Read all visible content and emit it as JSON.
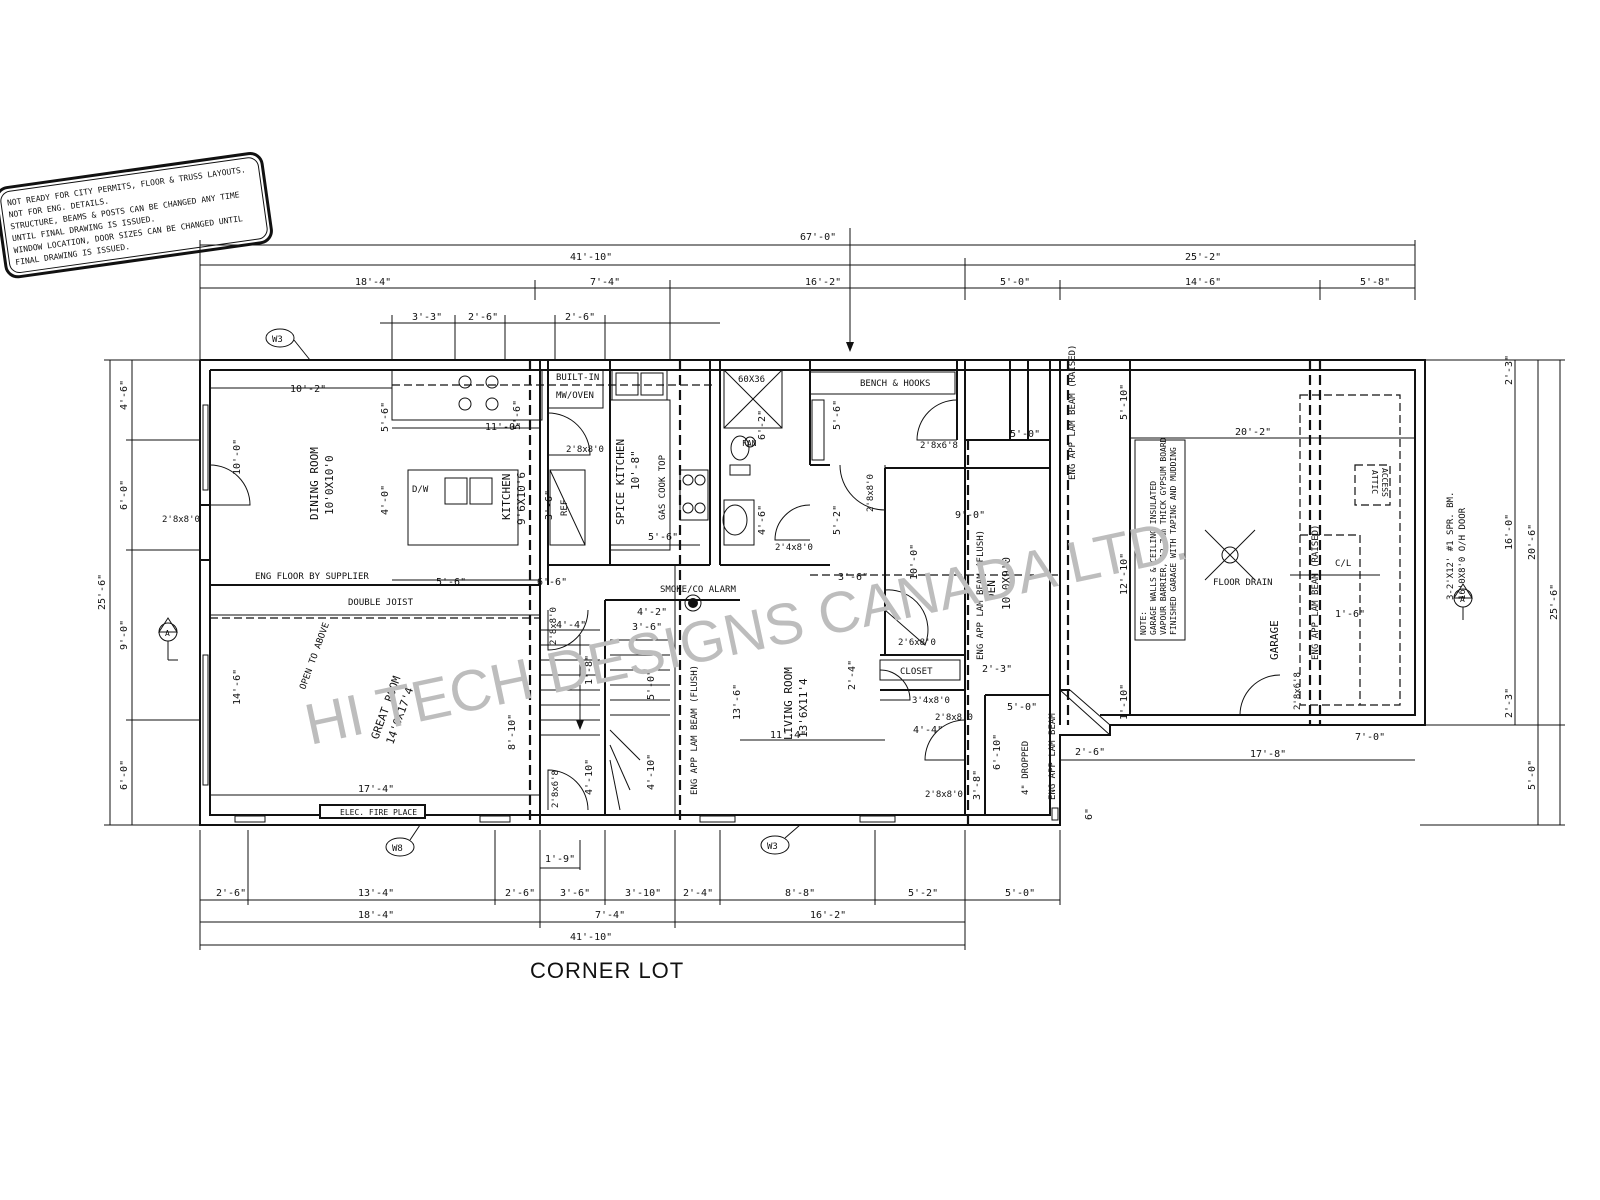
{
  "stamp": {
    "lines": [
      "NOT READY FOR CITY PERMITS, FLOOR & TRUSS LAYOUTS.",
      "NOT FOR ENG. DETAILS.",
      "STRUCTURE, BEAMS & POSTS CAN BE CHANGED ANY TIME",
      "UNTIL FINAL DRAWING IS ISSUED.",
      "WINDOW LOCATION, DOOR SIZES CAN BE CHANGED UNTIL",
      "FINAL DRAWING IS ISSUED."
    ]
  },
  "watermark": "HI TECH DESIGNS CANADA LTD.",
  "title": "CORNER LOT",
  "rooms": {
    "dining": {
      "name": "DINING ROOM",
      "size": "10'0X10'0"
    },
    "kitchen": {
      "name": "KITCHEN",
      "size": "9'6X10'6"
    },
    "spice": {
      "name": "SPICE KITCHEN",
      "size": "10'-8\""
    },
    "great": {
      "name": "GREAT ROOM",
      "size": "14'6X17'4"
    },
    "living": {
      "name": "LIVING ROOM",
      "size": "13'6X11'4"
    },
    "den": {
      "name": "DEN",
      "size": "10'0X9'0"
    },
    "garage": {
      "name": "GARAGE"
    }
  },
  "labels": {
    "builtin1": "BUILT-IN",
    "builtin2": "MW/OVEN",
    "bench": "BENCH & HOOKS",
    "shower": "60X36",
    "fan": "FAN",
    "dw": "D/W",
    "ref": "REF",
    "gas": "GAS COOK TOP",
    "eng_floor": "ENG FLOOR BY SUPPLIER",
    "double_joist": "DOUBLE JOIST",
    "open_above": "OPEN TO ABOVE",
    "smoke": "SMOKE/CO ALARM",
    "closet": "CLOSET",
    "fireplace": "ELEC. FIRE PLACE",
    "floor_drain": "FLOOR DRAIN",
    "attic1": "ATTIC",
    "attic2": "ACCESS",
    "cl": "C/L",
    "dropped": "4\" DROPPED",
    "beam_flush_den": "ENG APP LAM BEAM (FLUSH)",
    "beam_flush_liv": "ENG APP LAM BEAM (FLUSH)",
    "beam_raised_1": "ENG APP LAM BEAM (RAISED)",
    "beam_raised_2": "ENG APP LAM BEAM (RAISED)",
    "beam_entry": "ENG APP LAM BEAM",
    "beam_liv": "ENG APP LAM BEAM",
    "oh_door_1": "3-2'X12' #1 SPR. BM.",
    "oh_door_2": "16'0X8'0 O/H DOOR",
    "note_1": "NOTE:",
    "note_2": "GARAGE WALLS & CEILING INSULATED",
    "note_3": "VAPOUR BARRIER, 12.7mm THICK GYPSUM BOARD",
    "note_4": "FINISHED GARAGE WITH TAPING AND MUDDING",
    "w3a": "W3",
    "w3b": "W3",
    "w8": "W8",
    "secA1": "A",
    "secA2": "A"
  },
  "doors": {
    "d1": "2'8x8'0",
    "d2": "2'8x8'0",
    "d3": "2'8x6'8",
    "d4": "2'8x8'0",
    "d5": "2'4x8'0",
    "d6": "2'8x8'0",
    "d7": "2'8x6'8",
    "d8": "2'6x8'0",
    "d9": "3'4x8'0",
    "d10": "2'8x8'0",
    "d11": "2'8x6'8",
    "d12": "2'8x8'0"
  },
  "dims": {
    "top_overall": "67'-0\"",
    "top_a": "41'-10\"",
    "top_b": "25'-2\"",
    "top_1": "18'-4\"",
    "top_2": "7'-4\"",
    "top_3": "16'-2\"",
    "top_4": "5'-0\"",
    "top_5": "14'-6\"",
    "top_6": "5'-8\"",
    "top_k1": "3'-3\"",
    "top_k2": "2'-6\"",
    "top_k3": "2'-6\"",
    "bot_1": "2'-6\"",
    "bot_2": "13'-4\"",
    "bot_3": "2'-6\"",
    "bot_4": "3'-6\"",
    "bot_5": "3'-10\"",
    "bot_6": "2'-4\"",
    "bot_7": "8'-8\"",
    "bot_8": "5'-2\"",
    "bot_9": "5'-0\"",
    "bot_r1": "18'-4\"",
    "bot_r2": "7'-4\"",
    "bot_r3": "16'-2\"",
    "bot_overall": "41'-10\"",
    "bot_19": "1'-9\"",
    "left_1": "4'-6\"",
    "left_2": "6'-0\"",
    "left_3": "9'-0\"",
    "left_4": "6'-0\"",
    "left_total": "25'-6\"",
    "right_1": "2'-3\"",
    "right_2": "16'-0\"",
    "right_3": "2'-3\"",
    "right_4": "5'-0\"",
    "right_a": "20'-6\"",
    "right_b": "25'-6\"",
    "in_102": "10'-2\"",
    "in_110": "11'-0\"",
    "in_56a": "5'-6\"",
    "in_56b": "5'-6\"",
    "in_40": "4'-0\"",
    "in_100": "10'-0\"",
    "in_56c": "5'-6\"",
    "in_66": "6'-6\"",
    "in_35": "3'-6\"",
    "in_56d": "5'-6\"",
    "in_56e": "5'-6\"",
    "in_62": "6'-2\"",
    "in_46": "4'-6\"",
    "in_52": "5'-2\"",
    "in_36": "3'-6\"",
    "in_100b": "10'-0\"",
    "in_90": "9'-0\"",
    "in_146": "14'-6\"",
    "in_810": "8'-10\"",
    "in_174": "17'-4\"",
    "in_44a": "4'-4\"",
    "in_42": "4'-2\"",
    "in_36b": "3'-6\"",
    "in_18": "1'-8\"",
    "in_50": "5'-0\"",
    "in_410": "4'-10\"",
    "in_410b": "4'-10\"",
    "in_136": "13'-6\"",
    "in_114": "11'-4\"",
    "in_24": "2'-4\"",
    "in_44b": "4'-4\"",
    "in_23": "2'-3\"",
    "in_50b": "5'-0\"",
    "in_610": "6'-10\"",
    "in_38": "3'-8\"",
    "in_26": "2'-6\"",
    "in_110b": "1'-10\"",
    "in_510": "5'-10\"",
    "in_50c": "5'-0\"",
    "in_202": "20'-2\"",
    "in_1210": "12'-10\"",
    "in_16": "1'-6\"",
    "in_70": "7'-0\"",
    "in_178": "17'-8\"",
    "in_6": "6\""
  }
}
